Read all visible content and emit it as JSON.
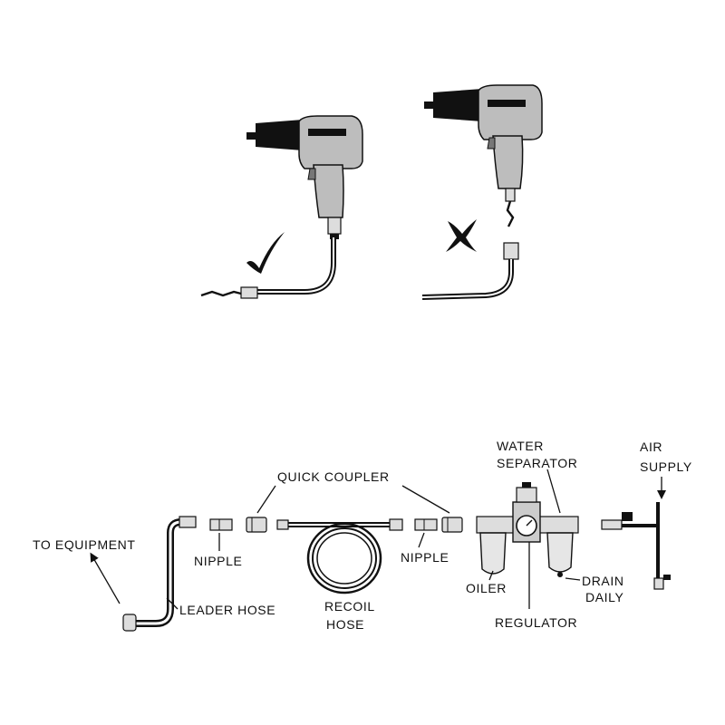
{
  "colors": {
    "ink": "#111111",
    "tool_body": "#bdbdbd",
    "background": "#ffffff"
  },
  "icons": {
    "correct": "check-mark-icon",
    "incorrect": "x-mark-icon"
  },
  "labels": {
    "to_equipment": "TO EQUIPMENT",
    "nipple_left": "NIPPLE",
    "leader_hose": "LEADER HOSE",
    "quick_coupler": "QUICK COUPLER",
    "recoil_hose_line1": "RECOIL",
    "recoil_hose_line2": "HOSE",
    "nipple_right": "NIPPLE",
    "water_separator_line1": "WATER",
    "water_separator_line2": "SEPARATOR",
    "oiler": "OILER",
    "regulator": "REGULATOR",
    "drain_daily_line1": "DRAIN",
    "drain_daily_line2": "DAILY",
    "air_supply_line1": "AIR",
    "air_supply_line2": "SUPPLY"
  }
}
